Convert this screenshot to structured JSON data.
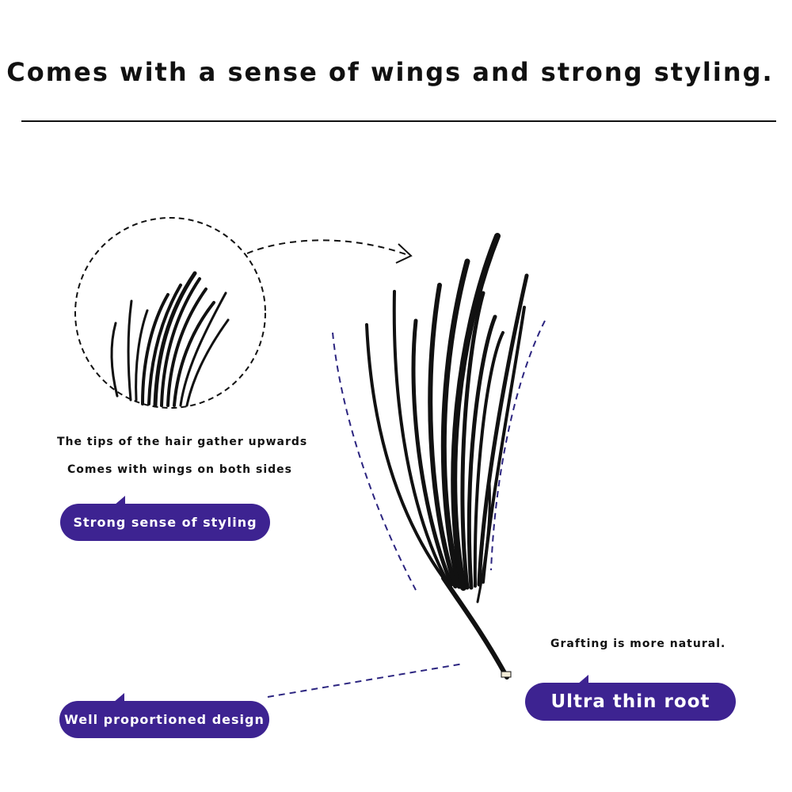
{
  "headline": "Comes with a sense of wings and strong styling.",
  "colors": {
    "accent": "#3d2391",
    "ink": "#111111",
    "guide": "#2c2580"
  },
  "icons": {
    "zoom": "magnifier-circle",
    "pointer": "dashed-arrow"
  },
  "notes": {
    "tips_gather": "The tips of the hair gather upwards",
    "wings_sides": "Comes with wings on both sides",
    "grafting": "Grafting is more natural."
  },
  "badges": {
    "styling": "Strong sense of styling",
    "proportion": "Well proportioned design",
    "root": "Ultra thin root"
  }
}
